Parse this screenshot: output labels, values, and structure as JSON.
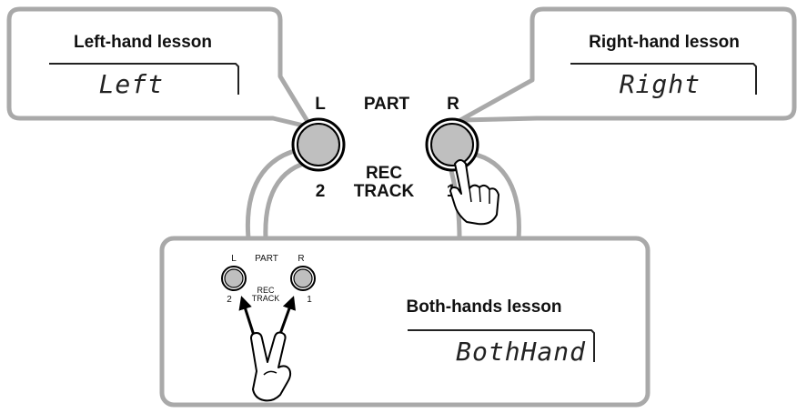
{
  "callouts": {
    "left": {
      "title": "Left-hand lesson",
      "display": "Left"
    },
    "right": {
      "title": "Right-hand lesson",
      "display": "Right"
    },
    "both": {
      "title": "Both-hands lesson",
      "display": "BothHand"
    }
  },
  "panel": {
    "left_button_top": "L",
    "left_button_bottom": "2",
    "right_button_top": "R",
    "right_button_bottom": "1",
    "center_top": "PART",
    "center_bottom_line1": "REC",
    "center_bottom_line2": "TRACK"
  },
  "colors": {
    "callout_border": "#a9a9a9",
    "button_fill": "#bfbfbf",
    "button_ring": "#000000"
  },
  "icons": [
    "pointing-hand-icon",
    "two-finger-hand-icon",
    "arrow-icon"
  ]
}
